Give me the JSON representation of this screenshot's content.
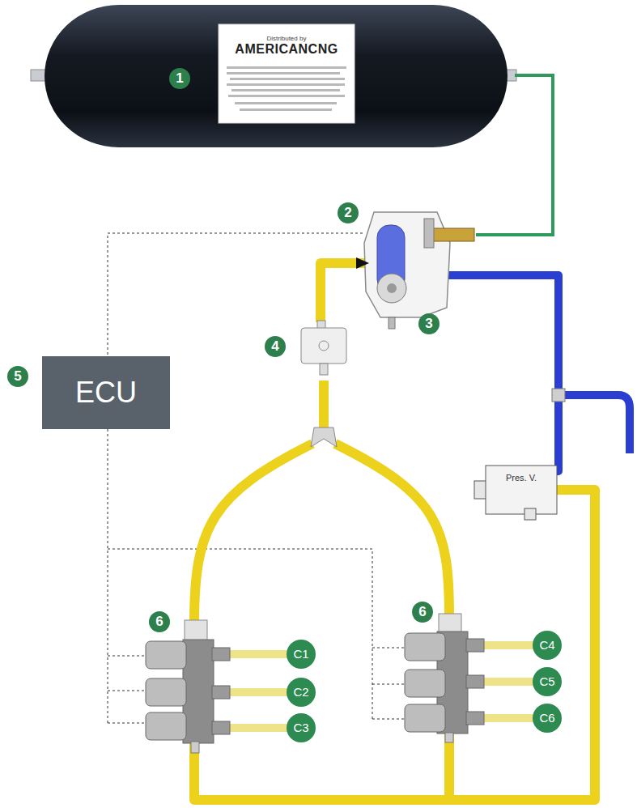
{
  "diagram": {
    "nodes": [
      {
        "text": [
          "Distributed by",
          "AMERICANCNG"
        ]
      },
      {
        "text": [
          "ECU"
        ]
      },
      {
        "text": [
          "C1"
        ]
      },
      {
        "text": [
          "C2"
        ]
      },
      {
        "text": [
          "C3"
        ]
      },
      {
        "text": [
          "C4"
        ]
      },
      {
        "text": [
          "C5"
        ]
      },
      {
        "text": [
          "C6"
        ]
      }
    ],
    "labels": [
      "1",
      "2",
      "3",
      "4",
      "5",
      "6",
      "6",
      "Pres. V."
    ]
  }
}
